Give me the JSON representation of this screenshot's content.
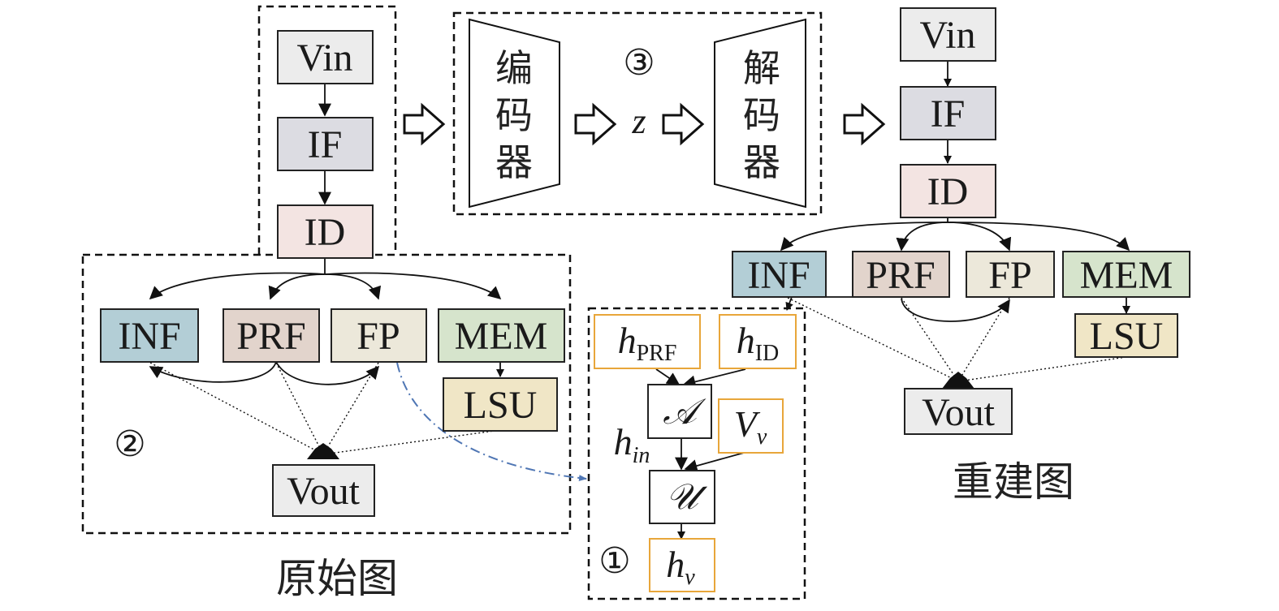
{
  "captions": {
    "original": "原始图",
    "reconstructed": "重建图"
  },
  "markers": {
    "one": "①",
    "two": "②",
    "three": "③"
  },
  "autoencoder": {
    "encoder_chars": [
      "编",
      "码",
      "器"
    ],
    "decoder_chars": [
      "解",
      "码",
      "器"
    ],
    "latent": "z"
  },
  "nodes": {
    "vin": "Vin",
    "if": "IF",
    "id": "ID",
    "inf": "INF",
    "prf": "PRF",
    "fp": "FP",
    "mem": "MEM",
    "lsu": "LSU",
    "vout": "Vout"
  },
  "update_block": {
    "h_main": "h",
    "prf_sub": "PRF",
    "id_sub": "ID",
    "aggregate": "𝒜",
    "update": "𝒰",
    "v_main": "V",
    "v_sub": "v",
    "hin_main": "h",
    "hin_sub": "in",
    "hv_main": "h",
    "hv_sub": "v"
  },
  "colors": {
    "vin": "#ececec",
    "if": "#dcdce2",
    "id": "#f3e4e2",
    "inf": "#b3ced6",
    "prf": "#e2d4cc",
    "fp": "#ece8da",
    "mem": "#d6e4cc",
    "lsu": "#f0e6c6",
    "vout": "#ececec",
    "orange_border": "#e8a63a",
    "blue_dashdot": "#4f76b4"
  }
}
